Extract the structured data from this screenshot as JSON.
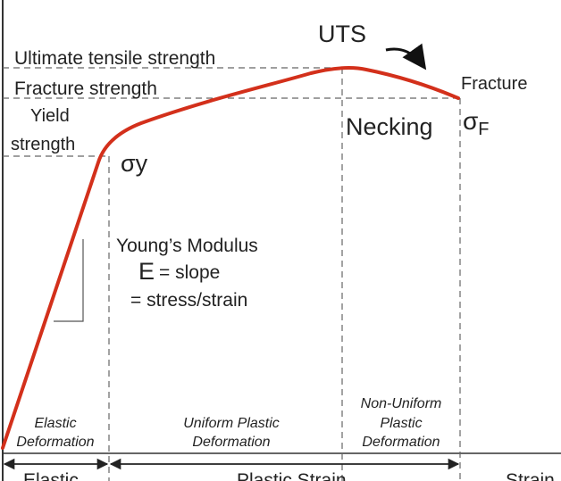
{
  "colors": {
    "curve": "#d3301b",
    "text": "#222222",
    "guide": "#666666",
    "background": "#ffffff"
  },
  "labels": {
    "uts": "UTS",
    "ultimate_tensile_strength": "Ultimate tensile strength",
    "fracture_strength": "Fracture strength",
    "yield_line1": "Yield",
    "yield_line2": "strength",
    "sigma_y": "σy",
    "fracture": "Fracture",
    "sigma_f_symbol": "σ",
    "sigma_f_sub": "F",
    "necking": "Necking",
    "youngs_modulus": "Young’s Modulus",
    "e_symbol": "E",
    "e_slope": "= slope",
    "stress_strain": "= stress/strain",
    "region_elastic_line1": "Elastic",
    "region_elastic_line2": "Deformation",
    "region_uniform_line1": "Uniform Plastic",
    "region_uniform_line2": "Deformation",
    "region_nonuniform_line1": "Non-Uniform",
    "region_nonuniform_line2": "Plastic",
    "region_nonuniform_line3": "Deformation",
    "bottom_elastic": "Elastic",
    "bottom_plastic": "Plastic Strain",
    "bottom_strain": "Strain"
  }
}
